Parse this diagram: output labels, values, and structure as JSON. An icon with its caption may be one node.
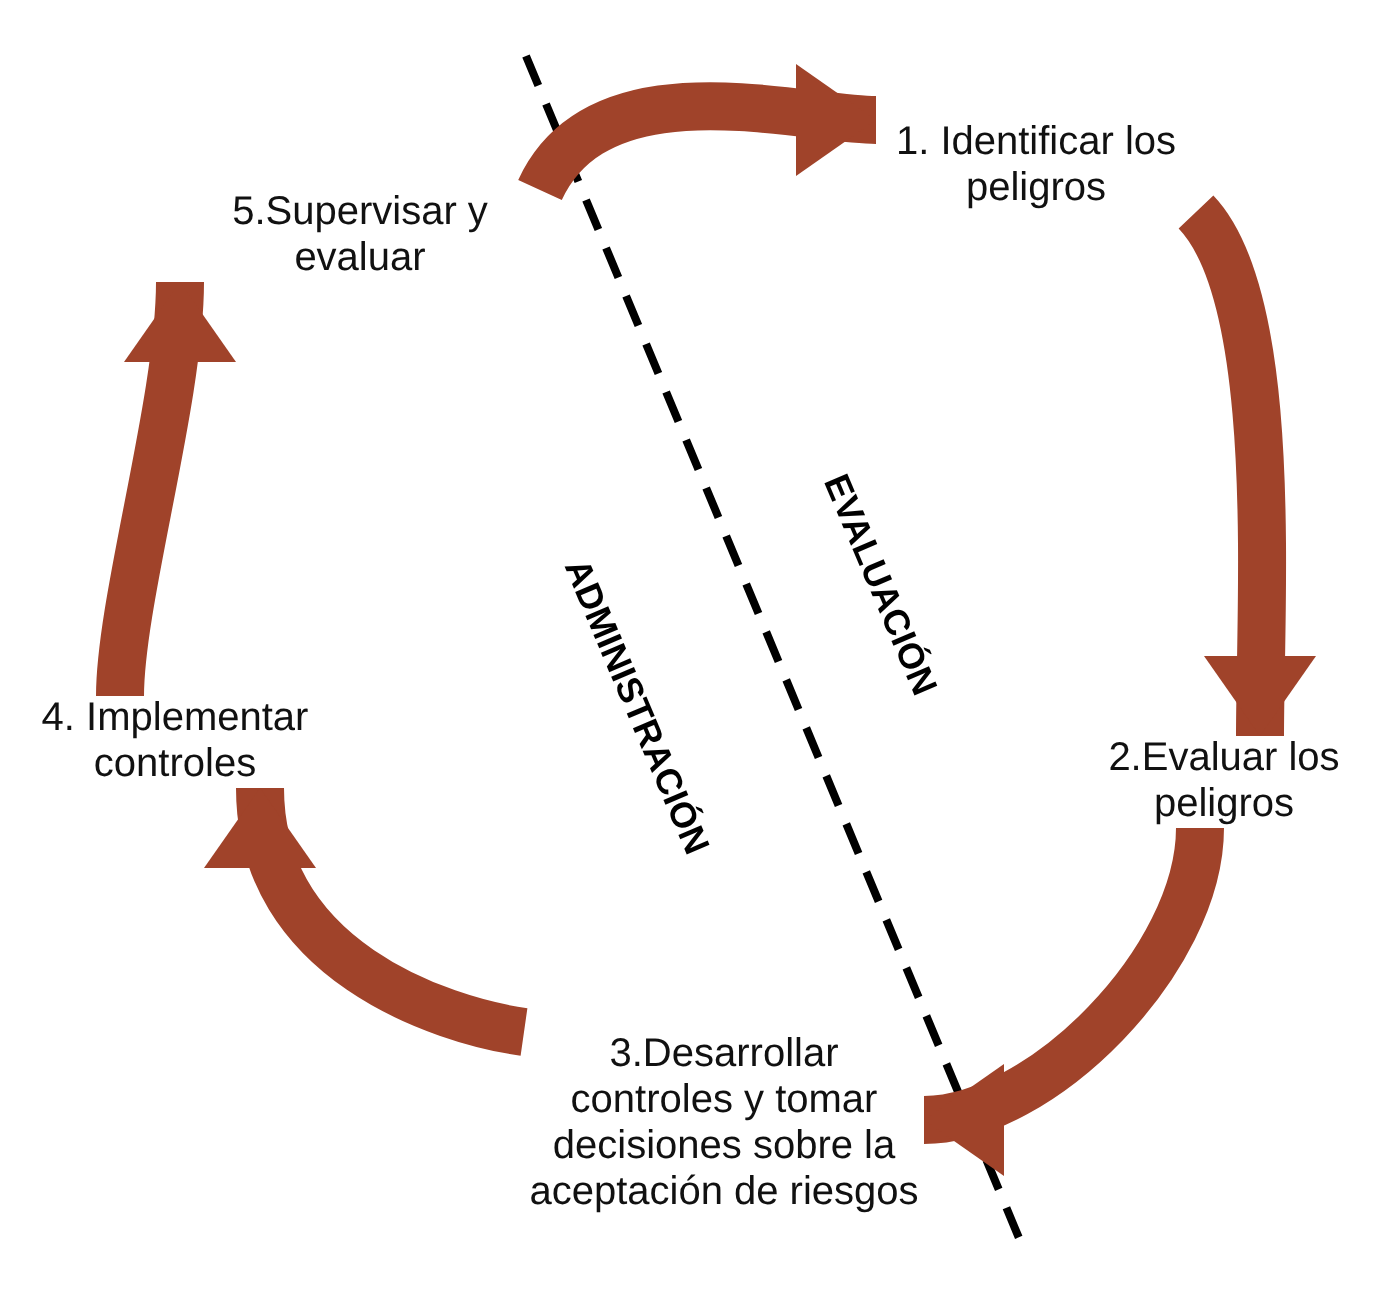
{
  "diagram": {
    "nodes": [
      {
        "text": [
          "1. Identificar los peligros"
        ]
      },
      {
        "text": [
          "2.Evaluar los peligros"
        ]
      },
      {
        "text": [
          "3.Desarrollar controles y tomar decisiones sobre la aceptación de riesgos"
        ]
      },
      {
        "text": [
          "4. Implementar controles"
        ]
      },
      {
        "text": [
          "5.Supervisar y evaluar"
        ]
      }
    ],
    "edges": [
      {
        "from": 4,
        "to": 0,
        "arrow": "to"
      },
      {
        "from": 0,
        "to": 1,
        "arrow": "to"
      },
      {
        "from": 1,
        "to": 2,
        "arrow": "to"
      },
      {
        "from": 2,
        "to": 3,
        "arrow": "to"
      },
      {
        "from": 3,
        "to": 4,
        "arrow": "to"
      }
    ],
    "labels": [
      "EVALUACIÓN",
      "ADMINISTRACIÓN"
    ]
  }
}
